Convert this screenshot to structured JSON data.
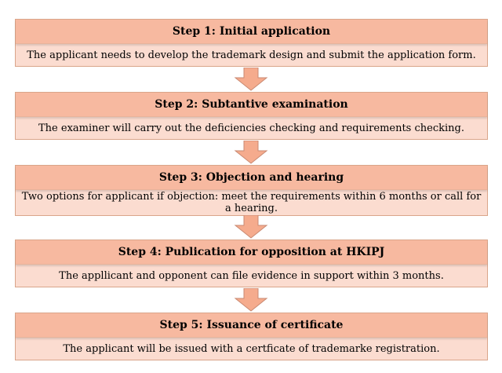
{
  "steps": [
    {
      "title": "Step 1: Initial application",
      "description": "The applicant needs to develop the trademark design and submit the application form."
    },
    {
      "title": "Step 2: Subtantive examination",
      "description": "The examiner will carry out the deficiencies checking and requirements checking."
    },
    {
      "title": "Step 3: Objection and hearing",
      "description": "Two options for applicant if objection: meet the requirements within 6 months or call for a hearing."
    },
    {
      "title": "Step 4: Publication for opposition at HKIPJ",
      "description": "The appllicant and opponent can file evidence in support within 3 months."
    },
    {
      "title": "Step 5: Issuance of certificate",
      "description": "The applicant will be issued with a certficate of trademarke registration."
    }
  ],
  "colors": {
    "title_fill": "#f7b9a0",
    "description_fill": "#fbdcd0",
    "arrow_fill": "#f5ab8d",
    "arrow_stroke": "#c98a72"
  }
}
